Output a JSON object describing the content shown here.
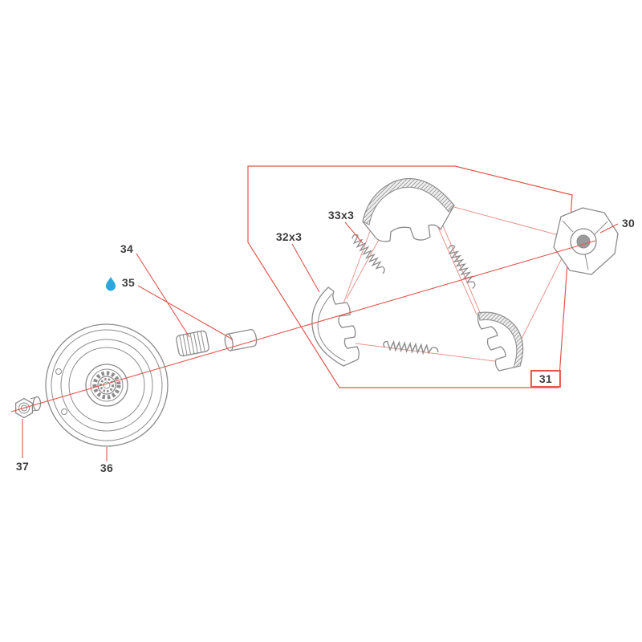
{
  "diagram": {
    "labels": {
      "hub": "30",
      "shoe_assembly": "31",
      "shoes": "32x3",
      "springs": "33x3",
      "bearing": "34",
      "sleeve": "35",
      "drum": "36",
      "nut": "37"
    },
    "colors": {
      "leader_line": "#e2574c",
      "outline_box": "#e2574c",
      "part_line": "#8c8c8c",
      "droplet": "#2aa7dd"
    }
  }
}
